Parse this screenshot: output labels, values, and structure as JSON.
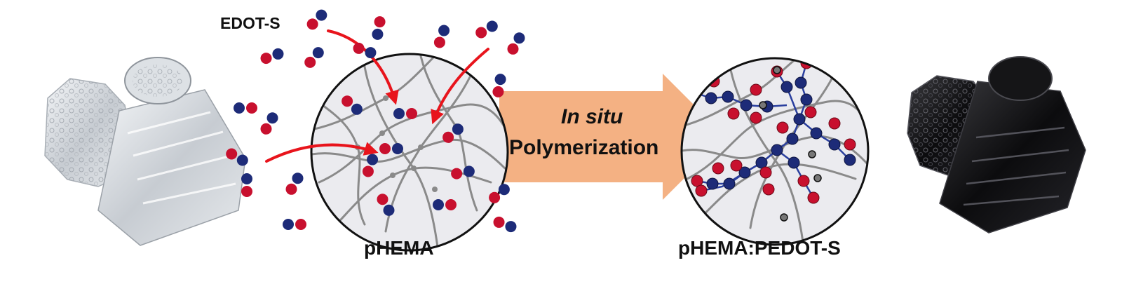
{
  "labels": {
    "monomer": "EDOT-S",
    "hydrogel": "pHEMA",
    "process_line1": "In situ",
    "process_line2": "Polymerization",
    "composite": "pHEMA:PEDOT-S"
  },
  "colors": {
    "monomer_red": "#c8102e",
    "monomer_blue": "#1d2b78",
    "arrow_red": "#e8141c",
    "process_arrow": "#f4b183",
    "polymer_strand": "#8a8a8a",
    "pedot_chain": "#2a3f9e",
    "circle_fill": "#ebebef"
  }
}
